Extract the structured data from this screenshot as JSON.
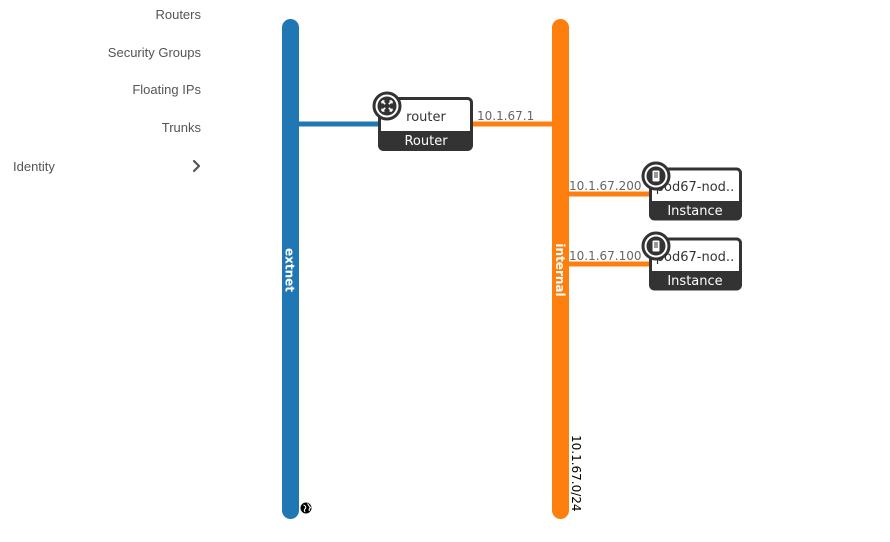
{
  "sidebar": {
    "items": [
      {
        "label": "Routers"
      },
      {
        "label": "Security Groups"
      },
      {
        "label": "Floating IPs"
      },
      {
        "label": "Trunks"
      }
    ],
    "section": {
      "label": "Identity"
    }
  },
  "topology": {
    "networks": {
      "external": {
        "name": "extnet",
        "color": "#1f77b4"
      },
      "internal": {
        "name": "internal",
        "color": "#ff7f0e",
        "cidr": "10.1.67.0/24"
      }
    },
    "router": {
      "name": "router",
      "type_label": "Router",
      "port_ip": "10.1.67.1",
      "icon": "router-icon"
    },
    "instances": [
      {
        "name": "pod67-nod..",
        "type_label": "Instance",
        "port_ip": "10.1.67.200",
        "icon": "server-icon"
      },
      {
        "name": "pod67-nod..",
        "type_label": "Instance",
        "port_ip": "10.1.67.100",
        "icon": "server-icon"
      }
    ],
    "external_icon": "globe-icon"
  }
}
